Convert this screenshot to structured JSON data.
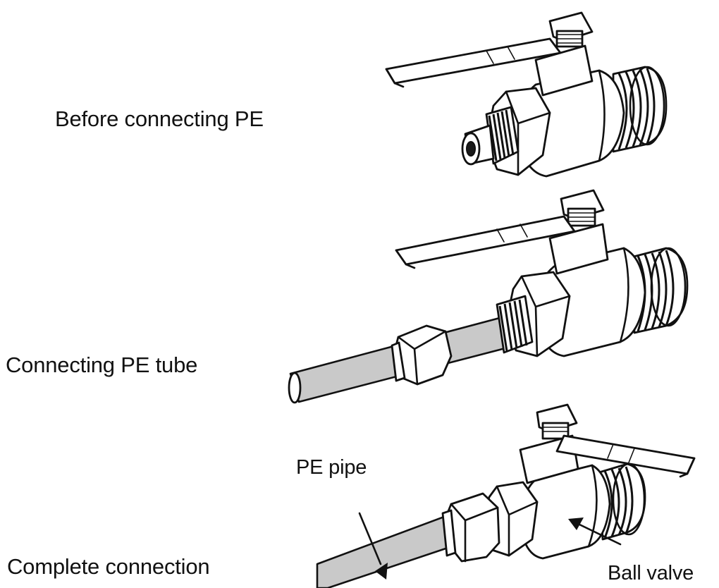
{
  "steps": {
    "before": "Before connecting PE",
    "connecting": "Connecting PE tube",
    "complete": "Complete connection"
  },
  "callouts": {
    "pe_pipe": "PE pipe",
    "ball_valve": "Ball valve"
  }
}
